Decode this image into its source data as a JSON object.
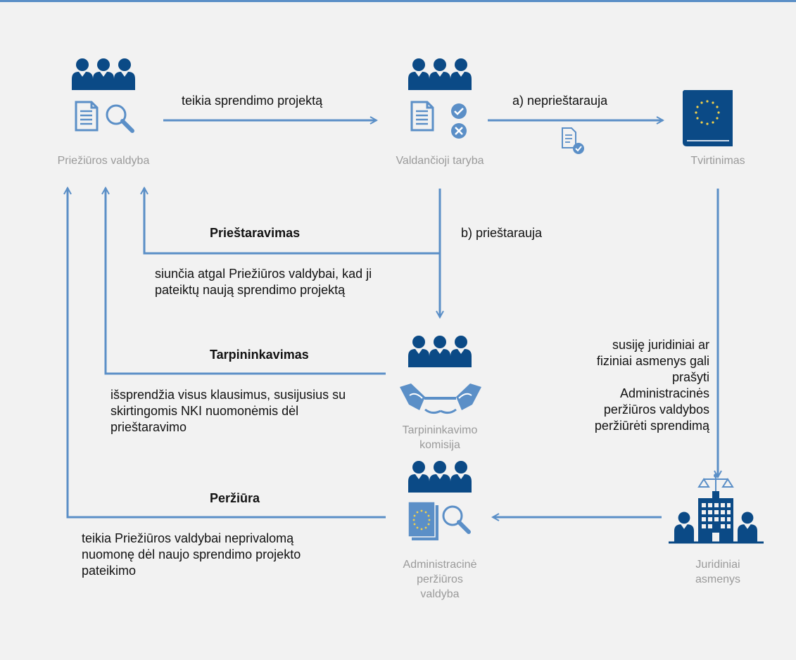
{
  "colors": {
    "background": "#f2f2f2",
    "dark_blue": "#0b4a86",
    "arrow": "#5b8fc7",
    "caption": "#9a9a9a"
  },
  "nodes": {
    "prieziuros": {
      "label": "Priežiūros valdyba",
      "icons": [
        "people-icon",
        "document-search-icon"
      ]
    },
    "valdancioji": {
      "label": "Valdančioji taryba",
      "icons": [
        "people-icon",
        "document-check-icon",
        "check-icon",
        "cross-icon"
      ]
    },
    "tvirtinimas": {
      "label": "Tvirtinimas",
      "icons": [
        "eu-book-icon"
      ]
    },
    "tarpininkavimo": {
      "label_lines": [
        "Tarpininkavimo",
        "komisija"
      ],
      "icons": [
        "people-icon",
        "handshake-icon"
      ]
    },
    "administracine": {
      "label_lines": [
        "Administracinė",
        "peržiūros",
        "valdyba"
      ],
      "icons": [
        "people-icon",
        "eu-document-search-icon"
      ]
    },
    "juridiniai": {
      "label_lines": [
        "Juridiniai",
        "asmenys"
      ],
      "icons": [
        "building-scales-icon",
        "person-icon"
      ]
    }
  },
  "edges": {
    "submit": "teikia sprendimo projektą",
    "no_objection": "a) neprieštarauja",
    "objection_branch": "b) prieštarauja"
  },
  "objection": {
    "title": "Prieštaravimas",
    "text_lines": [
      "siunčia atgal Priežiūros valdybai, kad ji",
      "pateiktų naują sprendimo projektą"
    ]
  },
  "mediation": {
    "title": "Tarpininkavimas",
    "text_lines": [
      "išsprendžia visus klausimus, susijusius su",
      "skirtingomis NKI nuomonėmis dėl",
      "prieštaravimo"
    ]
  },
  "review": {
    "title": "Peržiūra",
    "text_lines": [
      "teikia Priežiūros valdybai neprivalomą",
      "nuomonę dėl naujo sprendimo projekto",
      "pateikimo"
    ]
  },
  "appeal": {
    "text_lines": [
      "susiję juridiniai ar",
      "fiziniai asmenys gali",
      "prašyti",
      "Administracinės",
      "peržiūros valdybos",
      "peržiūrėti sprendimą"
    ]
  }
}
